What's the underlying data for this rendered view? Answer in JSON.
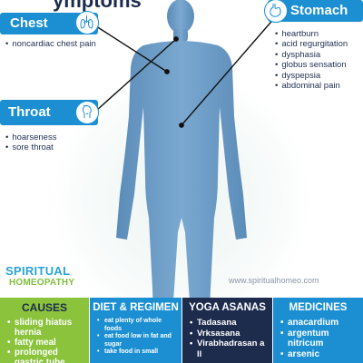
{
  "header": {
    "title_fragment": "ymptoms"
  },
  "regions": {
    "chest": {
      "label": "Chest",
      "symptoms": [
        "noncardiac chest pain"
      ]
    },
    "throat": {
      "label": "Throat",
      "symptoms": [
        "hoarseness",
        "sore throat"
      ]
    },
    "stomach": {
      "label": "Stomach",
      "symptoms": [
        "heartburn",
        "acid regurgitation",
        "dysphasia",
        "globus sensation",
        "dyspepsia",
        "abdominal pain"
      ]
    }
  },
  "brand": {
    "line1": "SPIRITUAL",
    "line2": "HOMEOPATHY",
    "website": "www.spiritualhomeo.com"
  },
  "columns": {
    "causes": {
      "title": "CAUSES",
      "items": [
        "sliding hiatus hernia",
        "fatty meal",
        "prolonged gastric tube intubation"
      ]
    },
    "diet": {
      "title": "DIET & REGIMEN",
      "items": [
        "eat plenty of whole foods",
        "eat food low in fat and sugar",
        "take food in small"
      ]
    },
    "yoga": {
      "title": "YOGA ASANAS",
      "items": [
        "Tadasana",
        "Vrksasana",
        "Virabhadrasan a ll"
      ]
    },
    "medicines": {
      "title": "MEDICINES",
      "items": [
        "anacardium",
        "argentum nitricum",
        "arsenic"
      ]
    }
  },
  "colors": {
    "blue": "#1b8fd2",
    "green": "#8bc33d",
    "navy": "#1d2b4c",
    "body": "#6b9bc3"
  }
}
